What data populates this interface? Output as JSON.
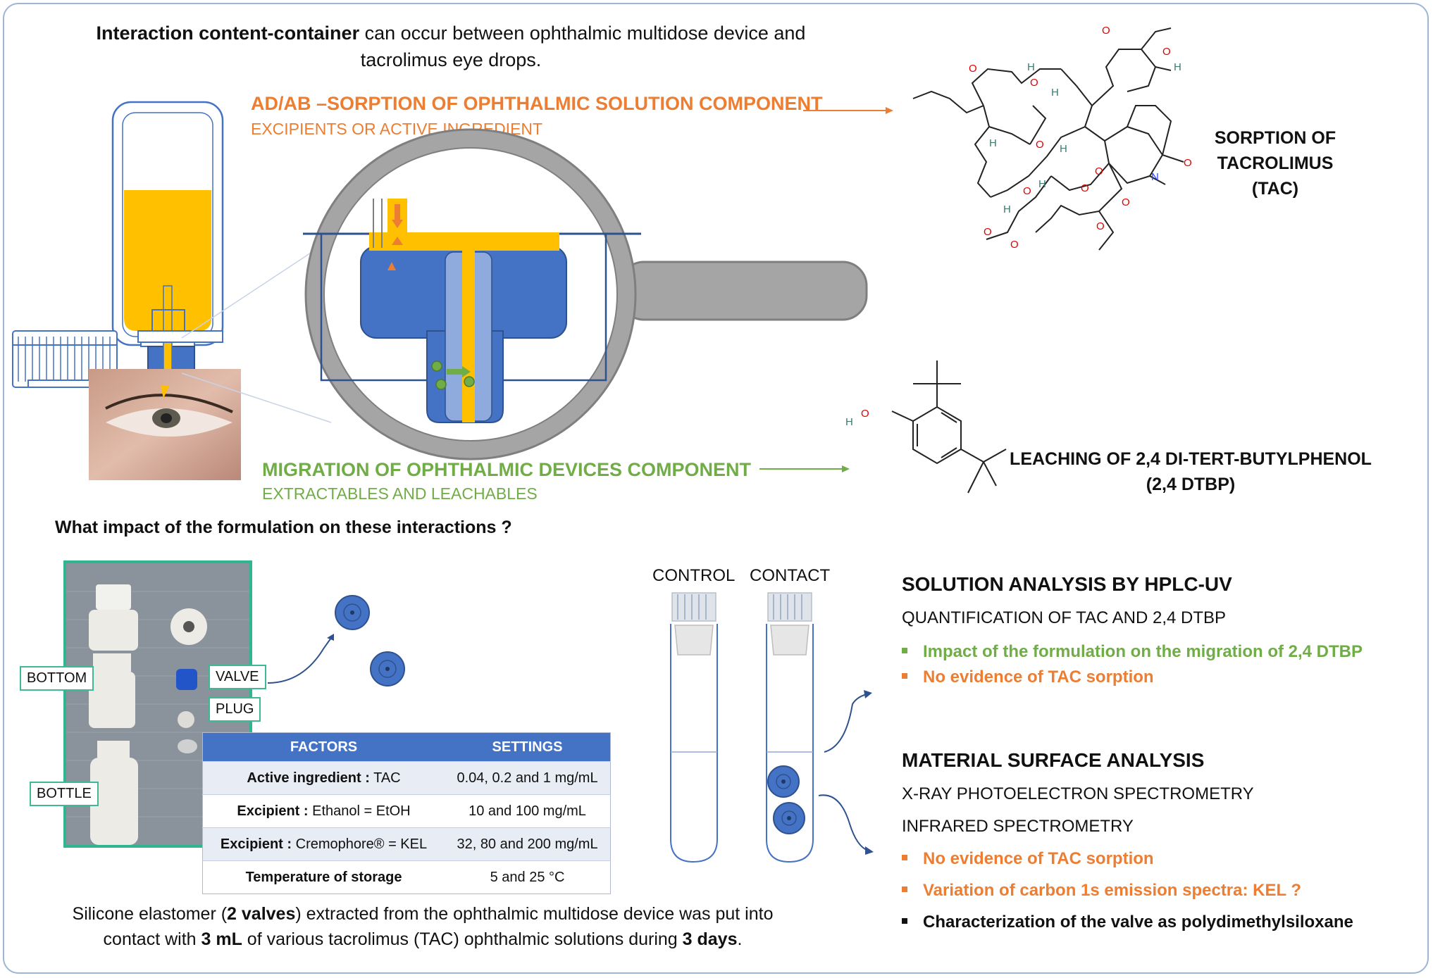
{
  "intro": {
    "bold": "Interaction content-container",
    "rest": " can occur between ophthalmic multidose device and",
    "line2": "tacrolimus eye drops."
  },
  "sorption": {
    "heading": "AD/AB –SORPTION OF OPHTHALMIC SOLUTION COMPONENT",
    "sub": "EXCIPIENTS OR ACTIVE INGREDIENT",
    "result_line1": "SORPTION OF TACROLIMUS",
    "result_line2": "(TAC)"
  },
  "migration": {
    "heading": "MIGRATION OF OPHTHALMIC DEVICES COMPONENT",
    "sub": "EXTRACTABLES AND LEACHABLES",
    "result_line1": "LEACHING OF 2,4 DI-TERT-BUTYLPHENOL",
    "result_line2": "(2,4 DTBP)"
  },
  "molecules": {
    "atoms": {
      "H": "H",
      "O": "O",
      "N": "N"
    }
  },
  "question": "What impact of the formulation on these interactions ?",
  "photo_labels": {
    "bottom": "BOTTOM",
    "valve": "VALVE",
    "plug": "PLUG",
    "bottle": "BOTTLE"
  },
  "factors_table": {
    "headers": [
      "FACTORS",
      "SETTINGS"
    ],
    "rows": [
      {
        "factor_bold": "Active ingredient :",
        "factor_rest": " TAC",
        "setting": "0.04, 0.2 and 1 mg/mL"
      },
      {
        "factor_bold": "Excipient :",
        "factor_rest": " Ethanol = EtOH",
        "setting": "10 and 100 mg/mL"
      },
      {
        "factor_bold": "Excipient :",
        "factor_rest": " Cremophore® = KEL",
        "setting": "32, 80 and 200 mg/mL"
      },
      {
        "factor_bold": "Temperature of storage",
        "factor_rest": "",
        "setting": "5 and 25 °C"
      }
    ]
  },
  "bottom_text": {
    "p1": "Silicone elastomer (",
    "b1": "2 valves",
    "p2": ") extracted from the ophthalmic multidose device was put into",
    "p3": "contact with ",
    "b2": "3 mL",
    "p4": " of various tacrolimus (TAC) ophthalmic solutions during ",
    "b3": "3 days",
    "p5": "."
  },
  "tubes": {
    "control": "CONTROL",
    "contact": "CONTACT"
  },
  "solution_analysis": {
    "heading": "SOLUTION ANALYSIS BY HPLC-UV",
    "line": "QUANTIFICATION OF TAC AND 2,4 DTBP",
    "bullets": [
      {
        "text": "Impact of the formulation on the migration of 2,4 DTBP",
        "color": "#70ad47"
      },
      {
        "text": "No evidence of TAC sorption",
        "color": "#ed7d31"
      }
    ]
  },
  "surface_analysis": {
    "heading": "MATERIAL SURFACE ANALYSIS",
    "line1": "X-RAY PHOTOELECTRON SPECTROMETRY",
    "line2": "INFRARED SPECTROMETRY",
    "bullets": [
      {
        "text": "No evidence of TAC sorption",
        "color": "#ed7d31"
      },
      {
        "text": "Variation of carbon 1s emission spectra: KEL ?",
        "color": "#ed7d31"
      },
      {
        "text": "Characterization  of the valve as polydimethylsiloxane",
        "color": "#111111"
      }
    ]
  },
  "colors": {
    "orange": "#ed7d31",
    "green": "#70ad47",
    "blue": "#4472c4",
    "yellow": "#ffc000",
    "grey": "#a5a5a5"
  }
}
